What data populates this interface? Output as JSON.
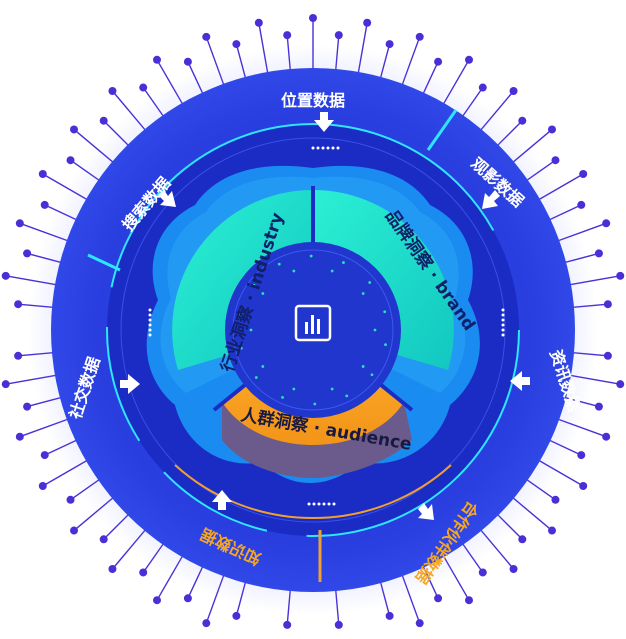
{
  "outer_labels": {
    "location": "位置数据",
    "video": "观影数据",
    "news": "资讯数据",
    "partner": "合作伙伴数据",
    "knowledge": "知识数据",
    "social": "社交数据",
    "search": "搜索数据"
  },
  "segments": {
    "industry": "行业洞察 · industry",
    "brand": "品牌洞察 · brand",
    "audience": "人群洞察 · audience"
  },
  "center_icon": "bar-chart-icon",
  "colors": {
    "outer_ring": "#2438d8",
    "inner_dark": "#1a2ab8",
    "teal": "#19e3c8",
    "teal_light": "#3df0d8",
    "audience_orange": "#f5a623",
    "accent_line_cyan": "#2ee6ff",
    "accent_line_orange": "#f0a030",
    "pins": "#4a2fd6"
  }
}
